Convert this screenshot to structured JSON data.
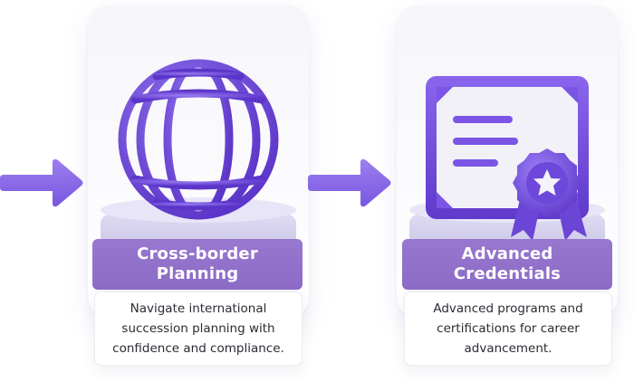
{
  "cards": [
    {
      "title_lines": [
        "Cross-border",
        "Planning"
      ],
      "description_lines": [
        "Navigate international",
        "succession planning with",
        "confidence and compliance."
      ],
      "icon": "globe-icon"
    },
    {
      "title_lines": [
        "Advanced",
        "Credentials"
      ],
      "description_lines": [
        "Advanced programs and",
        "certifications for career",
        "advancement."
      ],
      "icon": "certificate-icon"
    }
  ],
  "arrows": [
    "arrow-right-icon",
    "arrow-right-icon"
  ],
  "colors": {
    "primary": "#8c6bc6",
    "icon_purple": "#6a45d6",
    "pedestal": "#d9d6f0",
    "text": "#2b2b33"
  }
}
